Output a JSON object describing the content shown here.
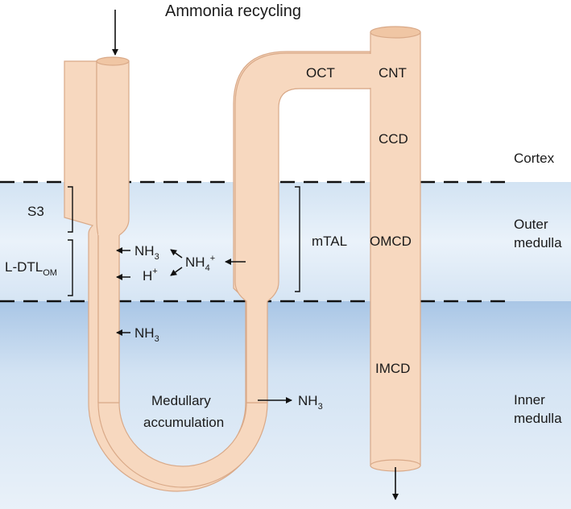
{
  "title": "Ammonia recycling",
  "zones": {
    "cortex": "Cortex",
    "outer_1": "Outer",
    "outer_2": "medulla",
    "inner_1": "Inner",
    "inner_2": "medulla"
  },
  "segments": {
    "oct": "OCT",
    "cnt": "CNT",
    "ccd": "CCD",
    "omcd": "OMCD",
    "imcd": "IMCD",
    "mtal": "mTAL",
    "s3": "S3",
    "ldtl": "L-DTL",
    "ldtl_sub": "OM"
  },
  "species": {
    "nh": "NH",
    "three": "3",
    "four": "4",
    "plus": "+",
    "h": "H"
  },
  "accumulation": {
    "line1": "Medullary",
    "line2": "accumulation"
  },
  "colors": {
    "tube_fill": "#f7d8bf",
    "tube_stroke": "#d9a988",
    "outer_medulla_band": "#dce9f5",
    "inner_medulla_band": "#b9d0ea"
  }
}
